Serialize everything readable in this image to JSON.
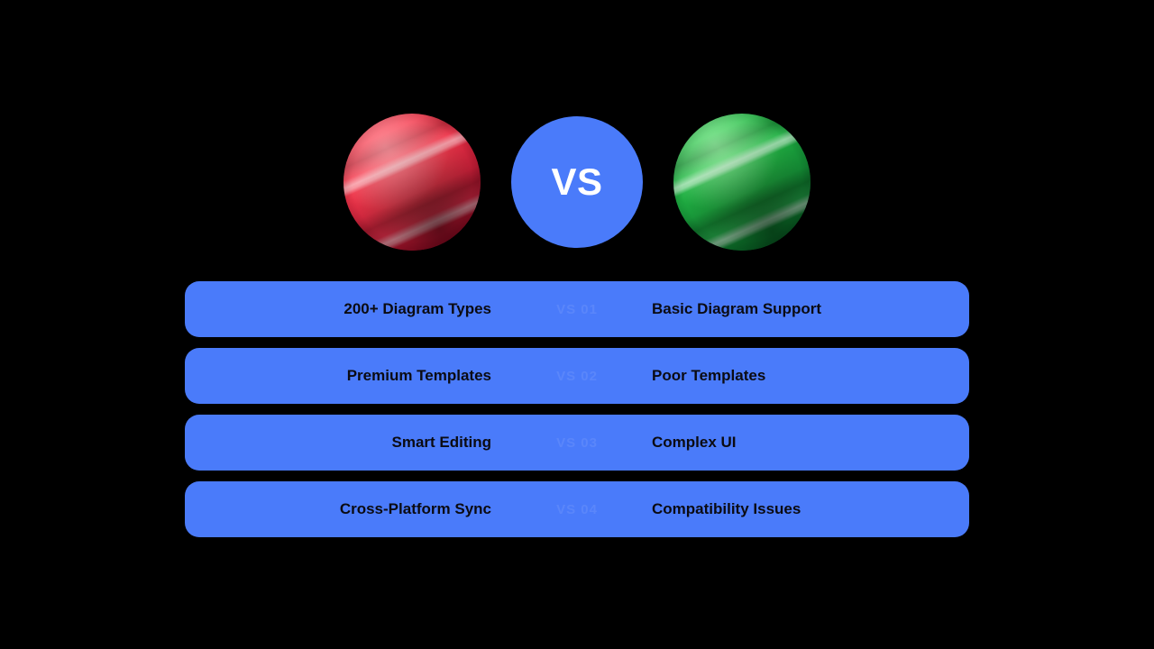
{
  "slide": {
    "background_color": "#000000",
    "accent_color": "#4a7bfa",
    "pro_color": "#f0384c",
    "con_color": "#23b445",
    "text_color": "#0b0b12"
  },
  "hero": {
    "pro_sphere_label": "red-sphere",
    "vs_label": "VS",
    "con_sphere_label": "green-sphere"
  },
  "comparison": {
    "rows": [
      {
        "pro": "200+ Diagram Types",
        "badge": "VS 01",
        "con": "Basic Diagram Support"
      },
      {
        "pro": "Premium Templates",
        "badge": "VS 02",
        "con": "Poor Templates"
      },
      {
        "pro": "Smart Editing",
        "badge": "VS 03",
        "con": "Complex UI"
      },
      {
        "pro": "Cross-Platform Sync",
        "badge": "VS 04",
        "con": "Compatibility Issues"
      }
    ]
  }
}
